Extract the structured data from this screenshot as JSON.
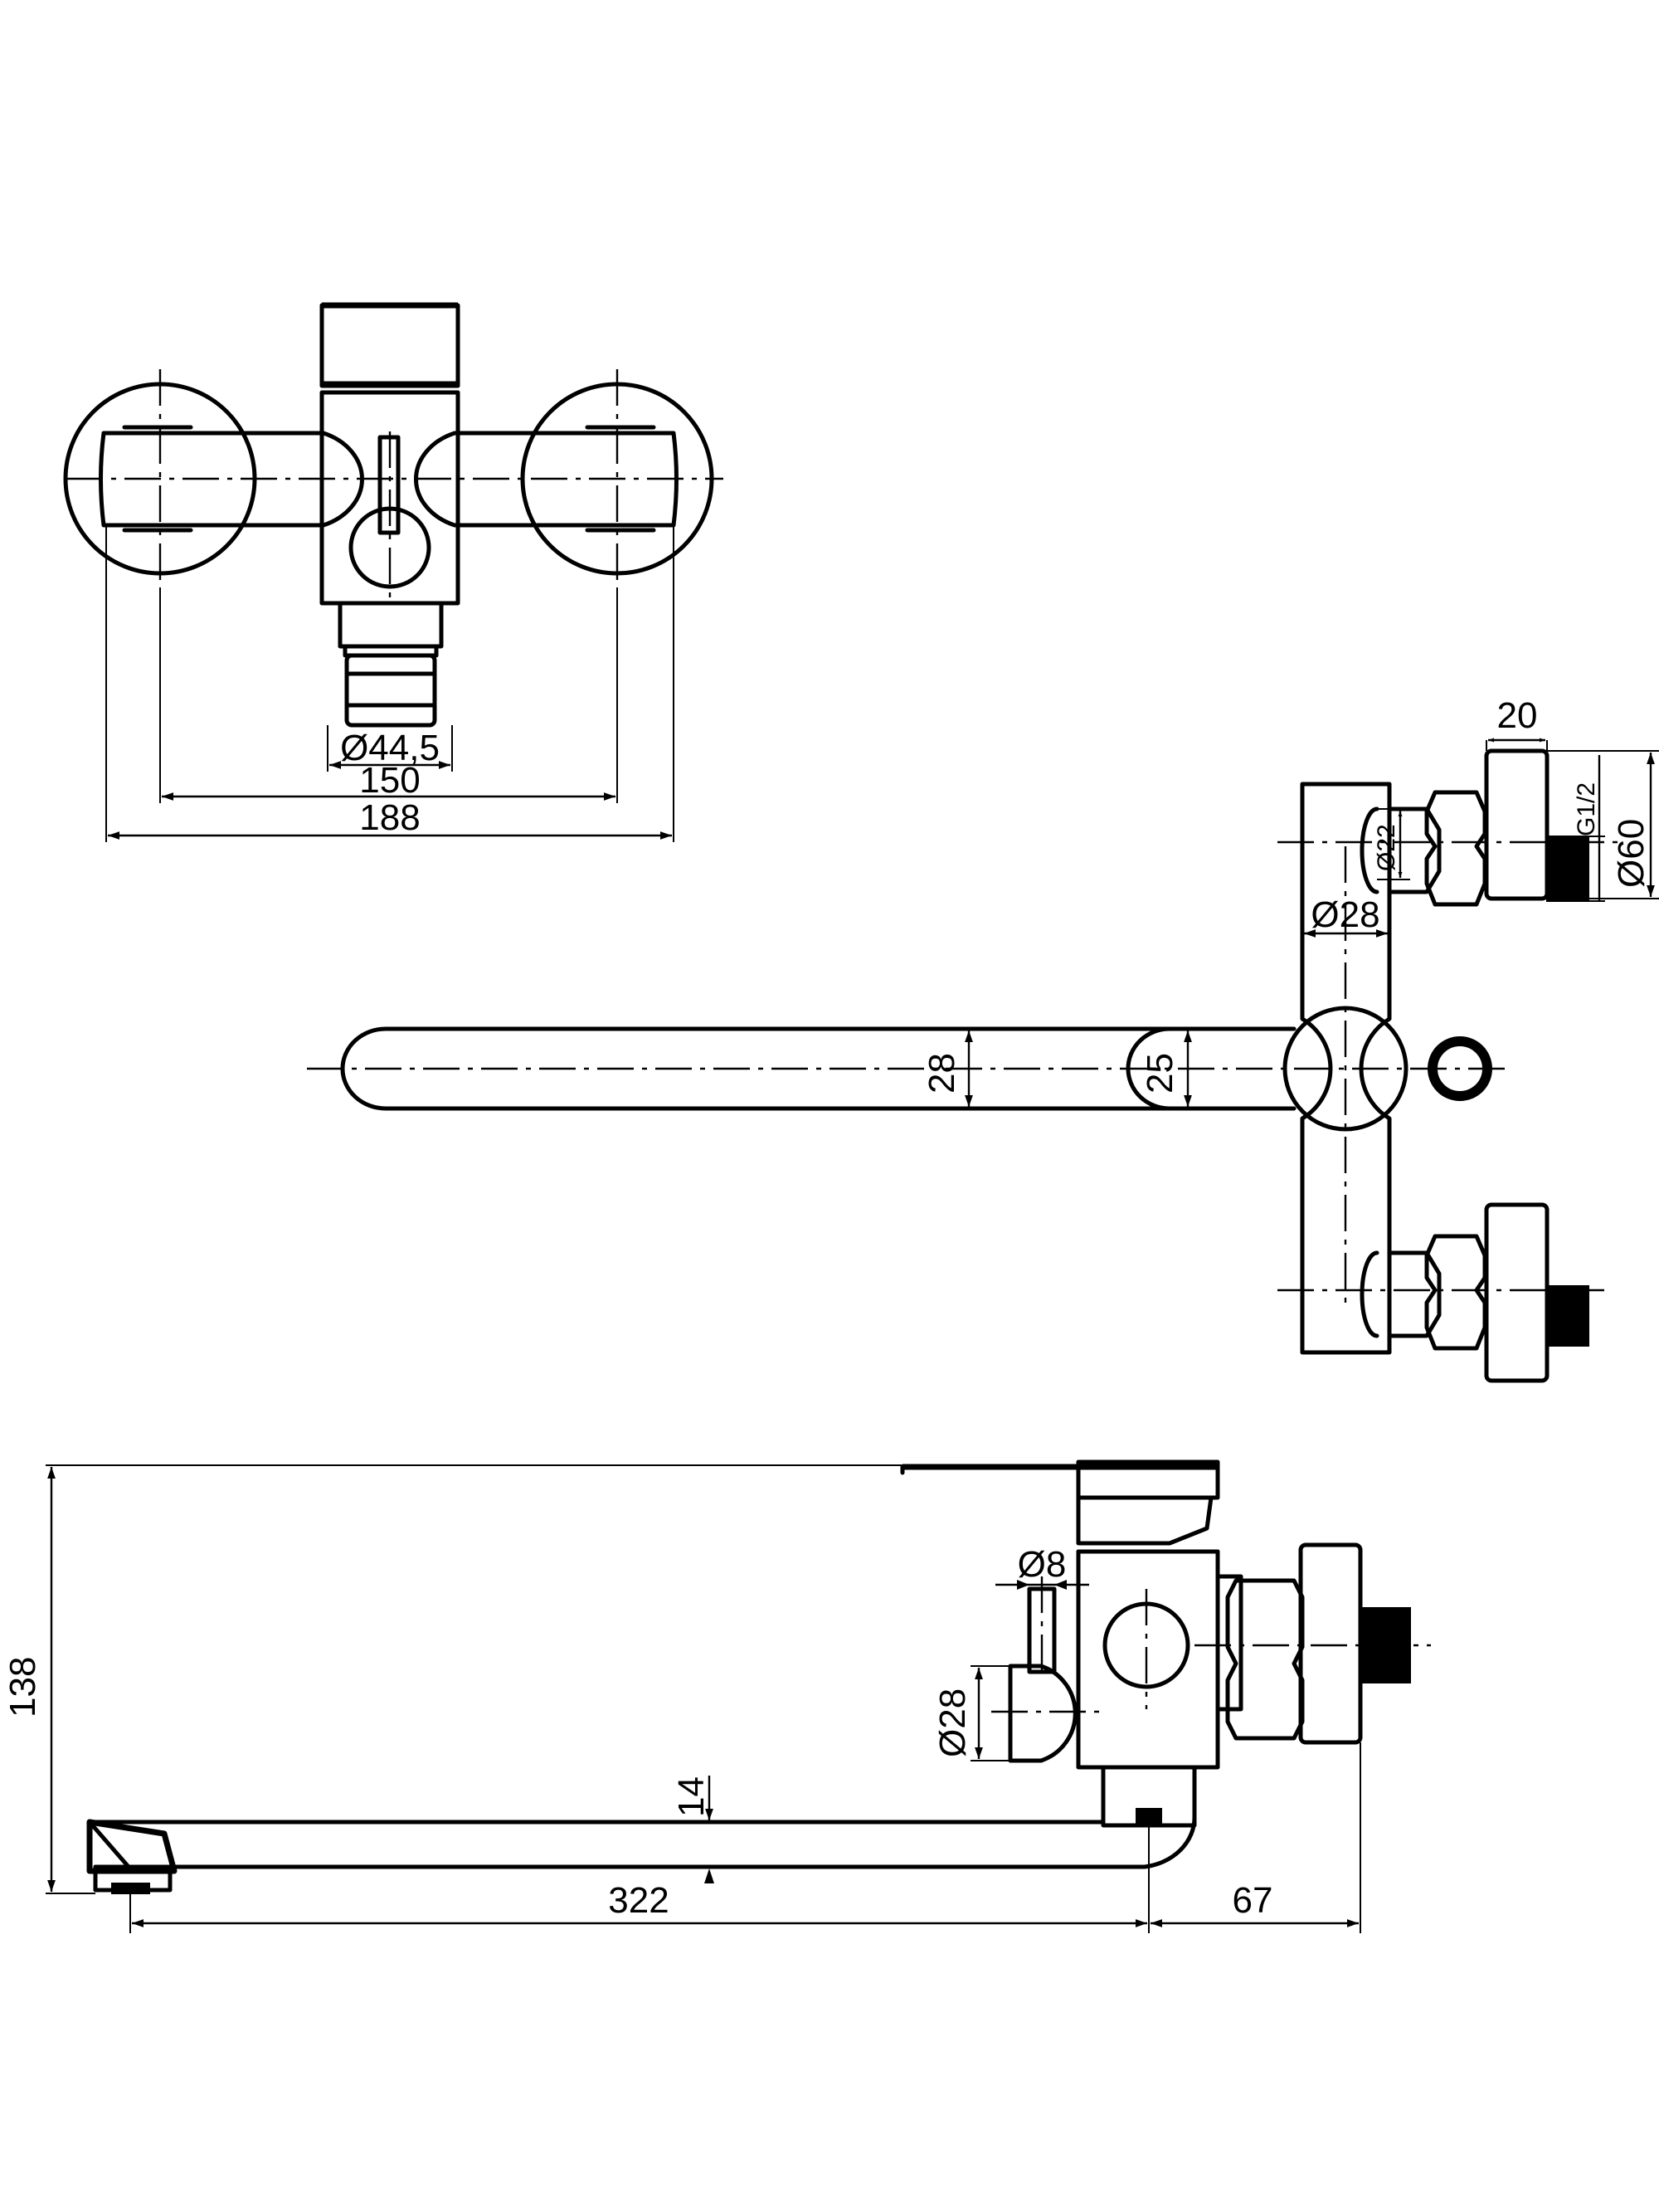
{
  "top_view": {
    "dims": {
      "body_diameter": "Ø44,5",
      "inner_span": "150",
      "outer_span": "188"
    }
  },
  "plan_view": {
    "dims": {
      "pipe_diameter": "Ø22",
      "fitting_width": "20",
      "thread": "G1/2",
      "flange_diameter": "Ø60",
      "riser_diameter": "Ø28",
      "spout_height": "28",
      "spout_joint": "25"
    }
  },
  "side_view": {
    "dims": {
      "overall_height": "138",
      "pin_diameter": "Ø8",
      "diverter_diameter": "Ø28",
      "spout_thickness": "14",
      "spout_length": "322",
      "wall_offset": "67"
    }
  }
}
